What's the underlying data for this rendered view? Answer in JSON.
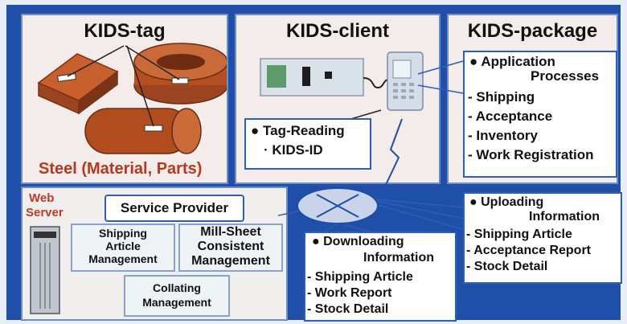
{
  "tag": {
    "title": "KIDS-tag",
    "caption": "Steel (Material, Parts)"
  },
  "client": {
    "title": "KIDS-client",
    "tag_reading": "Tag-Reading",
    "kids_id": "KIDS-ID"
  },
  "package": {
    "title": "KIDS-package",
    "heading_line1": "Application",
    "heading_line2": "Processes",
    "items": [
      "Shipping",
      "Acceptance",
      "Inventory",
      "Work Registration"
    ]
  },
  "server": {
    "label_line1": "Web",
    "label_line2": "Server",
    "service_provider": "Service Provider",
    "shipping_mgmt_line1": "Shipping",
    "shipping_mgmt_line2": "Article",
    "shipping_mgmt_line3": "Management",
    "millsheet_line1": "Mill-Sheet",
    "millsheet_line2": "Consistent",
    "millsheet_line3": "Management",
    "collating_line1": "Collating",
    "collating_line2": "Management"
  },
  "uploading": {
    "heading_line1": "Uploading",
    "heading_line2": "Information",
    "items": [
      "Shipping Article",
      "Acceptance Report",
      "Stock Detail"
    ]
  },
  "downloading": {
    "heading_line1": "Downloading",
    "heading_line2": "Information",
    "items": [
      "Shipping Article",
      "Work Report",
      "Stock Detail"
    ]
  },
  "colors": {
    "frame": "#1f4fa8",
    "panel_border": "#6e8fc6",
    "box_border": "#2f5fb4",
    "steel": "#b4391f"
  }
}
